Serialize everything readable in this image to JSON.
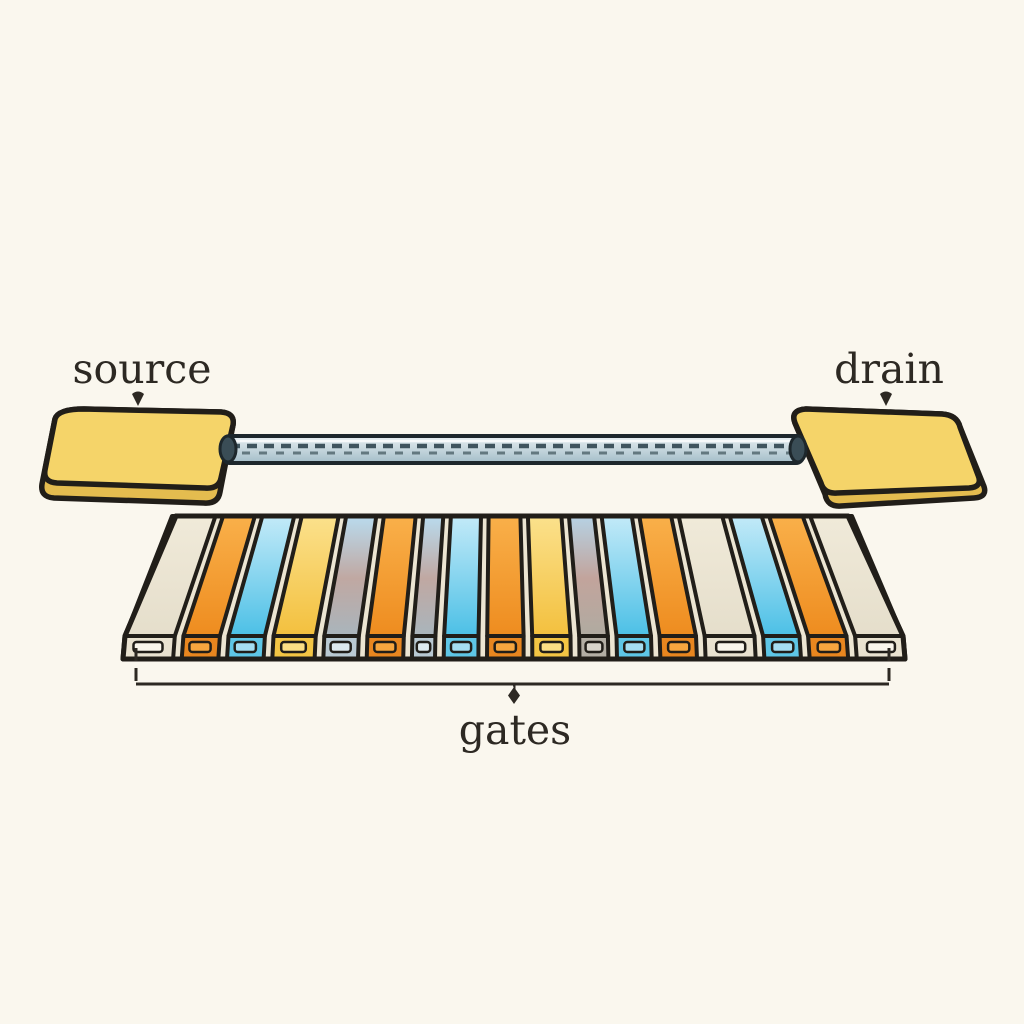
{
  "background": "#faf7ee",
  "labels": {
    "source": "source",
    "drain": "drain",
    "gates": "gates"
  },
  "colors": {
    "outline": "#211e19",
    "text": "#2d2923",
    "pad_top": "#f5d469",
    "pad_side": "#e4bc4f",
    "wire_light": "#e7eff2",
    "wire_dark": "#a3bdc8",
    "wire_outline": "#1d272c",
    "wire_dash_dark": "#3f545e",
    "wire_dash_mid": "#63787f",
    "wire_cap": "#3a4d56",
    "slab_face": "#ece5d2",
    "stripe_palette": {
      "cream": {
        "top": "#f0ead9",
        "bottom": "#e5decb",
        "foot": "#e9e2d0",
        "mark": "#faf6ec"
      },
      "orange": {
        "top": "#f9b04a",
        "bottom": "#ee8c1f",
        "foot": "#e8861f",
        "mark": "#f7a63f"
      },
      "blue": {
        "top": "#c3eaf8",
        "bottom": "#4cc0e6",
        "foot": "#5ec6e6",
        "mark": "#a5def2"
      },
      "yellow": {
        "top": "#fbe18c",
        "bottom": "#f3c03e",
        "foot": "#f3c544",
        "mark": "#fbdf85"
      },
      "paleblue": {
        "top": "#b9dbee",
        "mid": "#c0a8a2",
        "bottom": "#a9b5bc",
        "foot": "#b9c9d2",
        "mark": "#dde9ee"
      },
      "gray": {
        "top": "#b6d2e4",
        "mid": "#c2a49c",
        "bottom": "#b0aba1",
        "foot": "#b3aea4",
        "mark": "#d8d4cb"
      }
    }
  },
  "gates": {
    "count": 17,
    "stripes": [
      {
        "color": "cream",
        "w": 52
      },
      {
        "color": "orange",
        "w": 38
      },
      {
        "color": "blue",
        "w": 38
      },
      {
        "color": "yellow",
        "w": 44
      },
      {
        "color": "paleblue",
        "w": 36
      },
      {
        "color": "orange",
        "w": 38
      },
      {
        "color": "paleblue",
        "w": 24
      },
      {
        "color": "blue",
        "w": 36
      },
      {
        "color": "orange",
        "w": 38
      },
      {
        "color": "yellow",
        "w": 40
      },
      {
        "color": "gray",
        "w": 30
      },
      {
        "color": "blue",
        "w": 36
      },
      {
        "color": "orange",
        "w": 38
      },
      {
        "color": "cream",
        "w": 52
      },
      {
        "color": "blue",
        "w": 38
      },
      {
        "color": "orange",
        "w": 40
      },
      {
        "color": "cream",
        "w": 50
      }
    ]
  }
}
